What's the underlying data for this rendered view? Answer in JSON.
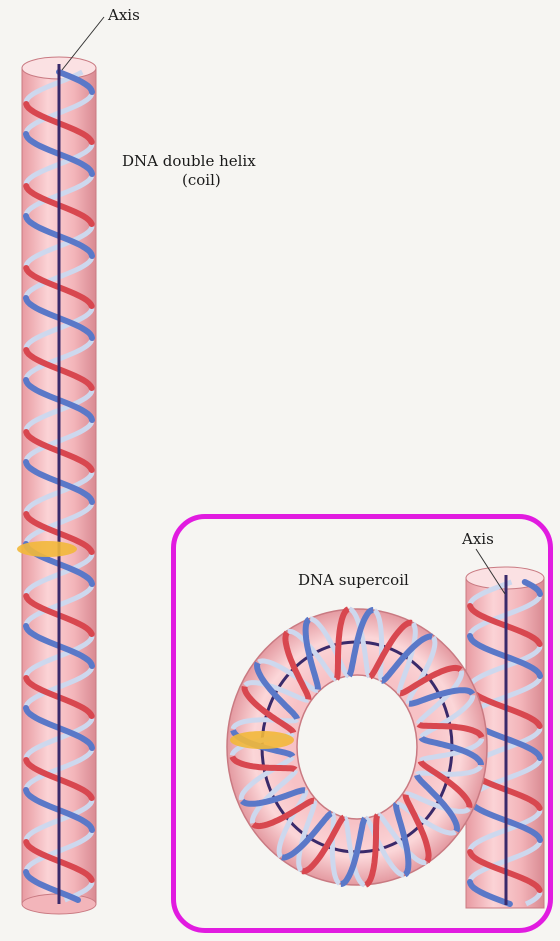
{
  "labels": {
    "axis_top": "Axis",
    "double_helix_title": "DNA double helix",
    "double_helix_sub": "(coil)",
    "axis_inset": "Axis",
    "supercoil_title": "DNA supercoil"
  },
  "colors": {
    "tube_fill": "#f4b9bd",
    "tube_edge": "#c97a82",
    "strand_blue": "#5a78c8",
    "strand_red": "#d8474f",
    "strand_back": "#cdd8ee",
    "axis_line": "#3a2a6a",
    "marker": "#f2b83a",
    "frame": "#e11be0"
  }
}
